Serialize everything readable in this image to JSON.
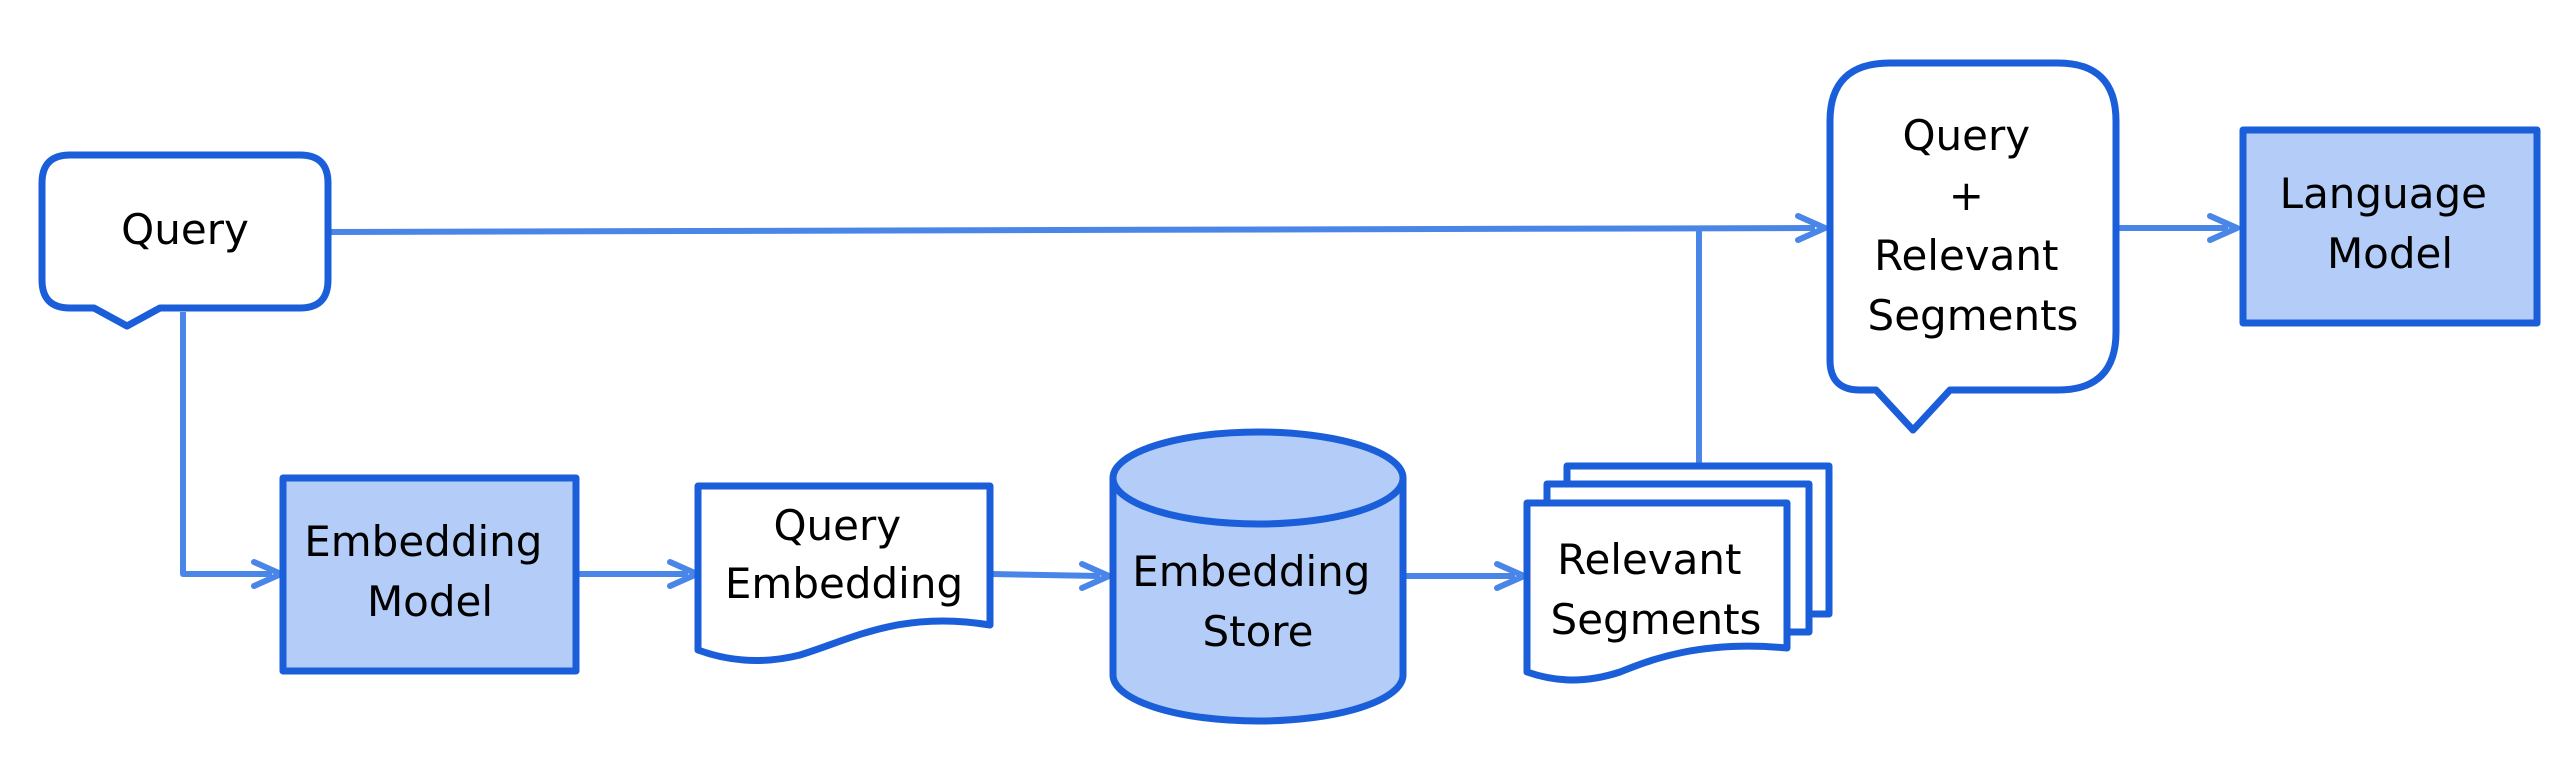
{
  "colors": {
    "accent_stroke": "#1a5fd9",
    "connector": "#4a86e8",
    "highlight_fill": "#b3cdf8",
    "plain_fill": "#ffffff"
  },
  "nodes": {
    "query": {
      "shape": "speech-bubble",
      "lines": [
        "Query"
      ]
    },
    "embedding_model": {
      "shape": "rectangle-filled",
      "lines": [
        "Embedding",
        "Model"
      ]
    },
    "query_embedding": {
      "shape": "document",
      "lines": [
        "Query",
        "Embedding"
      ]
    },
    "embedding_store": {
      "shape": "cylinder-filled",
      "lines": [
        "Embedding",
        "Store"
      ]
    },
    "relevant_segments": {
      "shape": "multi-document",
      "lines": [
        "Relevant",
        "Segments"
      ]
    },
    "query_plus_segments": {
      "shape": "speech-bubble",
      "lines": [
        "Query",
        "+",
        "Relevant",
        "Segments"
      ]
    },
    "language_model": {
      "shape": "rectangle-filled",
      "lines": [
        "Language",
        "Model"
      ]
    }
  },
  "edges": [
    {
      "from": "query",
      "to": "query_plus_segments"
    },
    {
      "from": "query",
      "to": "embedding_model"
    },
    {
      "from": "embedding_model",
      "to": "query_embedding"
    },
    {
      "from": "query_embedding",
      "to": "embedding_store"
    },
    {
      "from": "embedding_store",
      "to": "relevant_segments"
    },
    {
      "from": "relevant_segments",
      "to": "query_plus_segments"
    },
    {
      "from": "query_plus_segments",
      "to": "language_model"
    }
  ]
}
